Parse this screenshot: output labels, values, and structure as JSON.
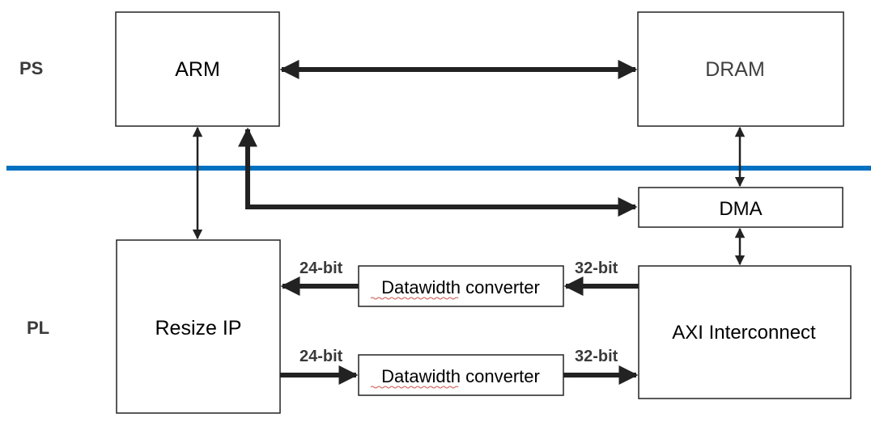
{
  "regions": {
    "ps_label": "PS",
    "pl_label": "PL"
  },
  "blocks": {
    "arm": "ARM",
    "dram": "DRAM",
    "dma": "DMA",
    "resize_ip": "Resize IP",
    "axi_interconnect": "AXI Interconnect",
    "datawidth_converter_top": "Datawidth converter",
    "datawidth_converter_bottom": "Datawidth converter"
  },
  "bit_widths": {
    "top_left": "24-bit",
    "top_right": "32-bit",
    "bottom_left": "24-bit",
    "bottom_right": "32-bit"
  },
  "colors": {
    "ps_pl_boundary": "#0070c0",
    "lines": "#222222",
    "dram_text": "#404040",
    "spellcheck_underline": "#d9534f"
  }
}
